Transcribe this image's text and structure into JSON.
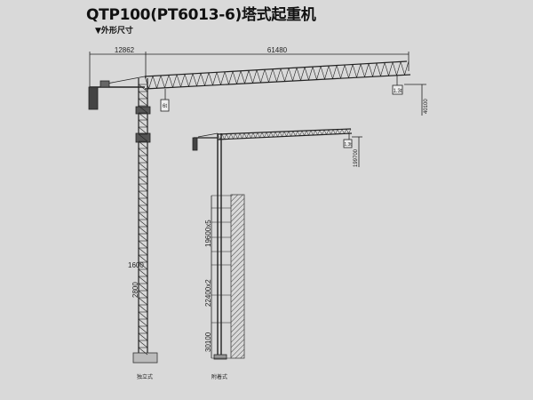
{
  "title": "QTP100(PT6013-6)塔式起重机",
  "section": "▼外形尺寸",
  "crane_freestanding": {
    "counter_jib_length": "12862",
    "jib_length": "61480",
    "hook_load_max": "6t",
    "hook_load_tip": "1.3t",
    "hook_height": "40100",
    "section_dim_1": "1600",
    "section_dim_2": "2800",
    "label": "独立式"
  },
  "crane_tied": {
    "hook_load_tip": "1.3t",
    "hook_height": "199700",
    "tie_spacing_upper": "19600x5",
    "tie_spacing_middle": "22400x2",
    "tie_spacing_bottom": "30100",
    "label": "附着式"
  }
}
